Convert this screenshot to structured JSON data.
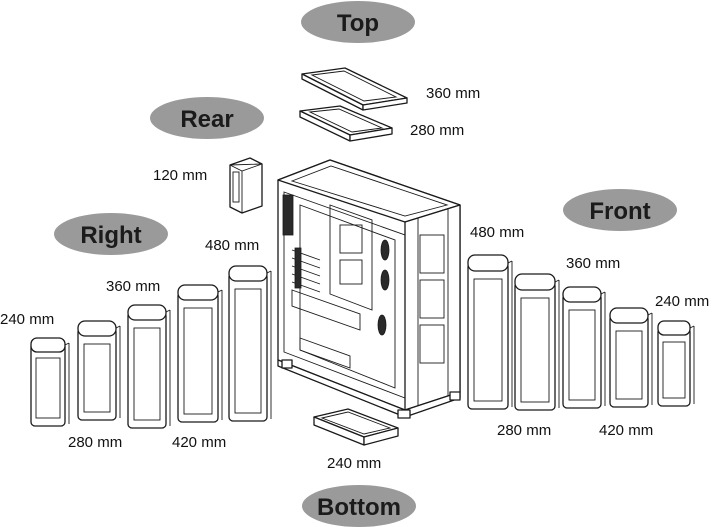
{
  "colors": {
    "badge_fill": "#9a9a9a",
    "ink": "#1a1a1a",
    "background": "#ffffff"
  },
  "sections": {
    "top": {
      "title": "Top",
      "sizes": [
        "360 mm",
        "280 mm"
      ]
    },
    "rear": {
      "title": "Rear",
      "sizes": [
        "120 mm"
      ]
    },
    "right": {
      "title": "Right",
      "sizes": [
        "240 mm",
        "280 mm",
        "360 mm",
        "420 mm",
        "480 mm"
      ]
    },
    "front": {
      "title": "Front",
      "sizes": [
        "480 mm",
        "280 mm",
        "360 mm",
        "420 mm",
        "240 mm"
      ]
    },
    "bottom": {
      "title": "Bottom",
      "sizes": [
        "240 mm"
      ]
    }
  }
}
